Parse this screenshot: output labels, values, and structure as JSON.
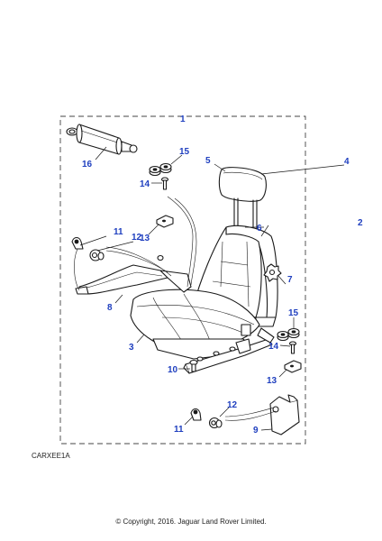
{
  "callouts": {
    "c1": "1",
    "c2": "2",
    "c3": "3",
    "c4": "4",
    "c5": "5",
    "c6": "6",
    "c7": "7",
    "c8": "8",
    "c9": "9",
    "c10": "10",
    "c11a": "11",
    "c11b": "11",
    "c12a": "12",
    "c12b": "12",
    "c13a": "13",
    "c13b": "13",
    "c14a": "14",
    "c14b": "14",
    "c15a": "15",
    "c15b": "15",
    "c16": "16"
  },
  "reference_code": "CARXEE1A",
  "copyright": "© Copyright, 2016. Jaguar Land Rover Limited.",
  "colors": {
    "callout": "#1f3fbf",
    "line": "#1a1a1a"
  }
}
